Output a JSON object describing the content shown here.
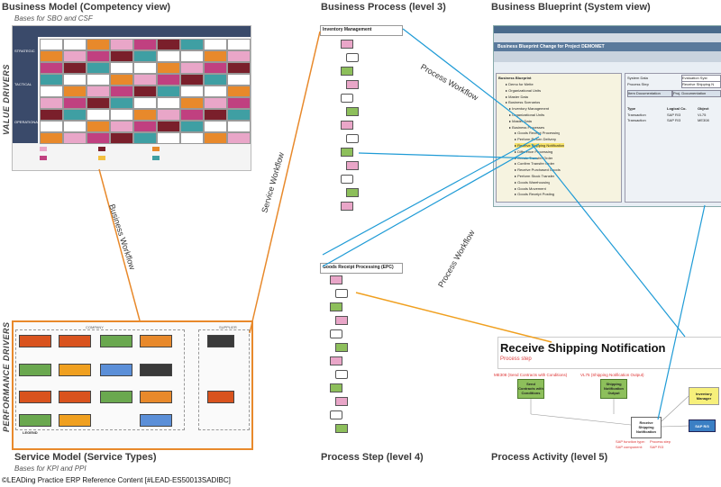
{
  "headers": {
    "competency": {
      "title": "Business Model (Competency view)",
      "subtitle": "Bases for SBO and CSF"
    },
    "process3": {
      "title": "Business Process (level 3)"
    },
    "blueprint": {
      "title": "Business Blueprint (System view)"
    },
    "service": {
      "title": "Service Model (Service Types)",
      "subtitle": "Bases for KPI and PPI"
    },
    "step4": {
      "title": "Process Step (level 4)"
    },
    "activity5": {
      "title": "Process Activity (level 5)"
    }
  },
  "side_labels": {
    "value": "VALUE DRIVERS",
    "performance": "PERFORMANCE DRIVERS"
  },
  "matrix_rows": [
    "STRATEGIC",
    "TACTICAL",
    "OPERATIONAL"
  ],
  "flows": {
    "business": "Business Workflow",
    "service": "Service Workflow",
    "process_top": "Process Workflow",
    "process_mid": "Process Workflow"
  },
  "epc": {
    "top_title": "Inventory Management",
    "mid_title": "Goods Receipt Processing (EPC)"
  },
  "sap": {
    "window_title": "Business Blueprint Change for Project DEMOMET",
    "tree_header": "Business Blueprint",
    "tree_items": [
      "Demo for Mette",
      "Organizational Units",
      "Master Data",
      "Business Scenarios",
      "Inventory Management",
      "Organizational Units",
      "Master Data",
      "Business Processes",
      "Goods Receipt Processing",
      "Perform Return Delivery",
      "Receive Shipping Notification",
      "Difference Processing",
      "Create Transfer Order",
      "Confirm Transfer Order",
      "Receive Purchased Goods",
      "Perform Stock Transfer",
      "Goods Warehousing",
      "Goods Movement",
      "Goods Receipt Posting"
    ],
    "right_fields": [
      "System Data",
      "Process Step"
    ],
    "right_values": [
      "Evaluation Syst",
      "Receive Shipping N"
    ],
    "tabs": [
      "Item Documentation",
      "Proj. Documentation"
    ],
    "table_headers": [
      "Type",
      "Logical Co.",
      "Object"
    ],
    "table_rows": [
      [
        "Transaction",
        "SAP R/3",
        "VL75"
      ],
      [
        "Transaction",
        "SAP R/3",
        "ME308"
      ]
    ]
  },
  "activity": {
    "title": "Receive Shipping Notification",
    "subtitle": "Process step",
    "me308_label": "ME308 (Send Contracts with Conditions)",
    "vl75_label": "VL75 (Shipping Notification Output)",
    "send_box": "Send Contracts with Conditions",
    "ship_box": "Shipping Notification Output",
    "receive_box": "Receive Shipping Notification",
    "inv_box": "Inventory Manager",
    "sap_box": "SAP R/3",
    "func_type": "SAP function type:",
    "func_val": "Process step",
    "component": "SAP component:",
    "component_val": "SAP R/3"
  },
  "service_model": {
    "company": "COMPANY",
    "supplier": "SUPPLIER",
    "legend": "LEGEND"
  },
  "footer": "©LEADing Practice ERP Reference Content [#LEAD-ES50013SADIBC]",
  "colors": {
    "orange": "#e8892b",
    "blue": "#1f9bd6",
    "green": "#8dbf5b",
    "pink": "#e9a6c8",
    "teal": "#3f9fa3",
    "maroon": "#7a1f2b",
    "sap_bg": "#e8eef4",
    "highlight": "#f7e36b"
  }
}
